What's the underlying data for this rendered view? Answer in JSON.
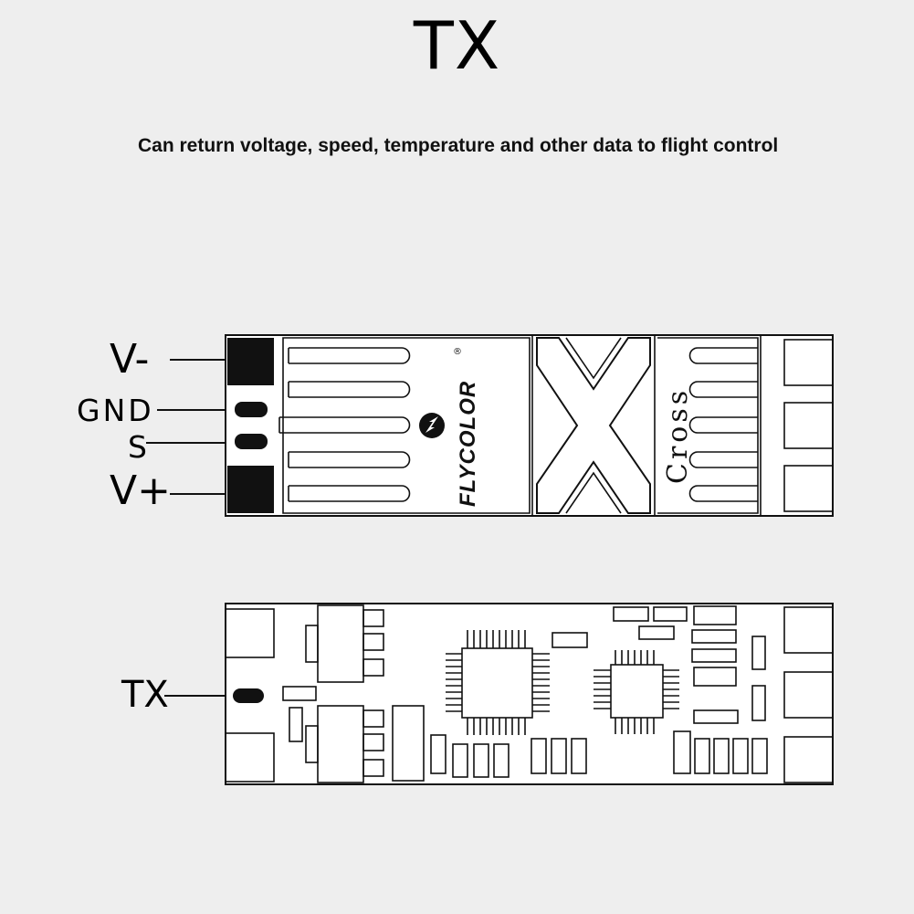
{
  "header": {
    "title": "TX",
    "subtitle": "Can return voltage, speed, temperature and other data to flight control"
  },
  "top_board": {
    "pins": {
      "v_minus": "V-",
      "gnd": "GND",
      "s": "S",
      "v_plus": "V+"
    },
    "brand": "FLYCOLOR",
    "registered_mark": "®",
    "model_mark": "X",
    "model_name": "Cross"
  },
  "bottom_board": {
    "pins": {
      "tx": "TX"
    }
  },
  "colors": {
    "background": "#eeeeee",
    "line": "#111111",
    "board": "#ffffff"
  }
}
